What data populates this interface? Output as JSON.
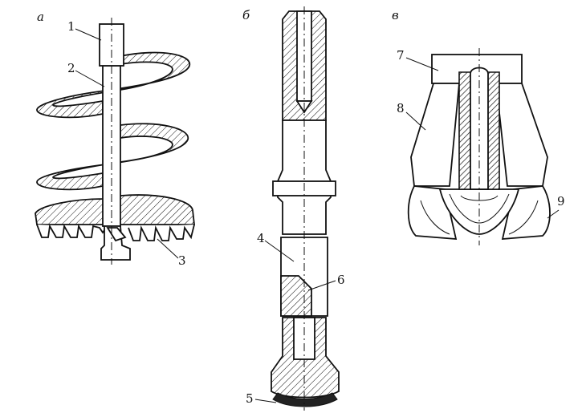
{
  "figure": {
    "sections": {
      "a": "а",
      "b": "б",
      "c": "в"
    },
    "callouts": {
      "n1": "1",
      "n2": "2",
      "n3": "3",
      "n4": "4",
      "n5": "5",
      "n6": "6",
      "n7": "7",
      "n8": "8",
      "n9": "9"
    }
  }
}
